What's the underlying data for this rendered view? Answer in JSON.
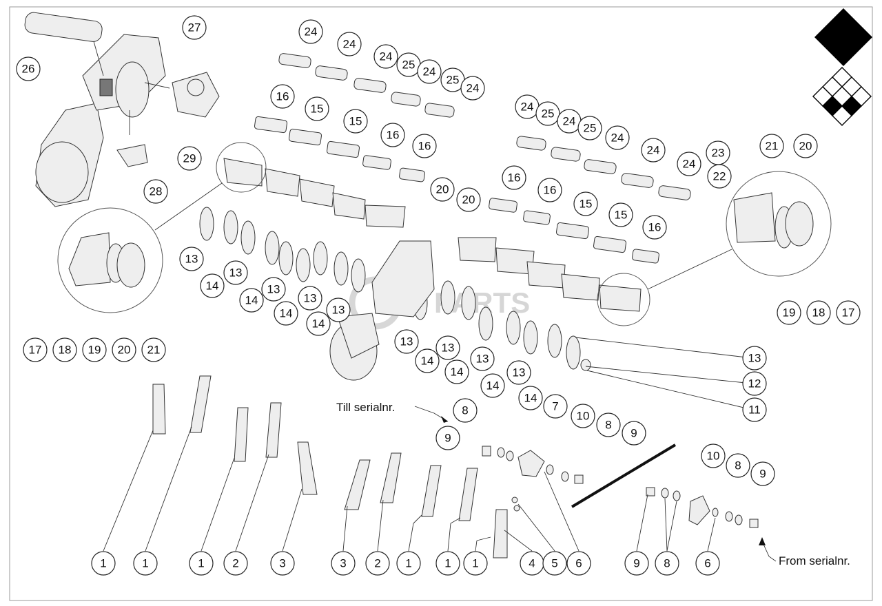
{
  "callout_labels": {
    "c1": "1",
    "c2": "2",
    "c3": "3",
    "c4": "4",
    "c5": "5",
    "c6": "6",
    "c7": "7",
    "c8": "8",
    "c9": "9",
    "c10": "10",
    "c11": "11",
    "c12": "12",
    "c13": "13",
    "c14": "14",
    "c15": "15",
    "c16": "16",
    "c17": "17",
    "c18": "18",
    "c19": "19",
    "c20": "20",
    "c21": "21",
    "c22": "22",
    "c23": "23",
    "c24": "24",
    "c25": "25",
    "c26": "26",
    "c27": "27",
    "c28": "28",
    "c29": "29"
  },
  "notes": {
    "till_serial": "Till serialnr.",
    "from_serial": "From serialnr."
  },
  "watermark": "PARTS",
  "colors": {
    "logo": "#000000",
    "line": "#333333",
    "watermark": "#c9c9c9"
  }
}
